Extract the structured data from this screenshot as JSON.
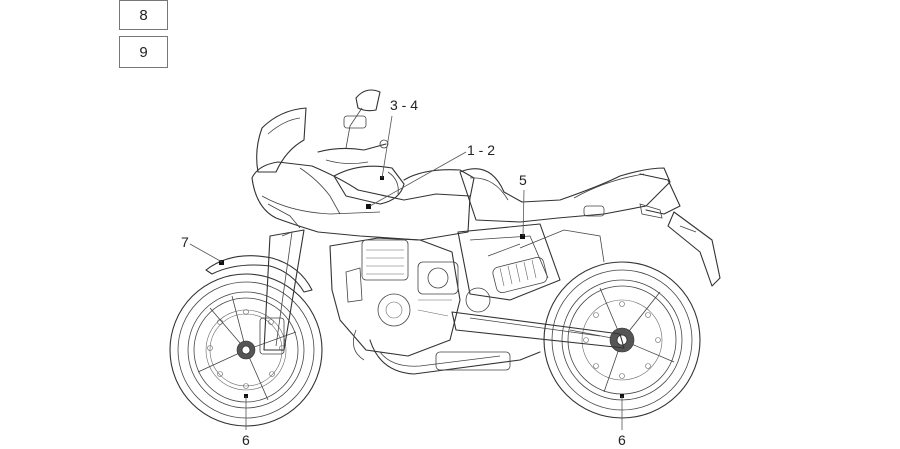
{
  "reference_boxes": [
    {
      "label": "8"
    },
    {
      "label": "9"
    }
  ],
  "callouts": {
    "c34": "3 - 4",
    "c12": "1 - 2",
    "c5": "5",
    "c7": "7",
    "c6front": "6",
    "c6rear": "6"
  },
  "colors": {
    "line": "#333333",
    "marker": "#111111",
    "background": "#ffffff"
  }
}
